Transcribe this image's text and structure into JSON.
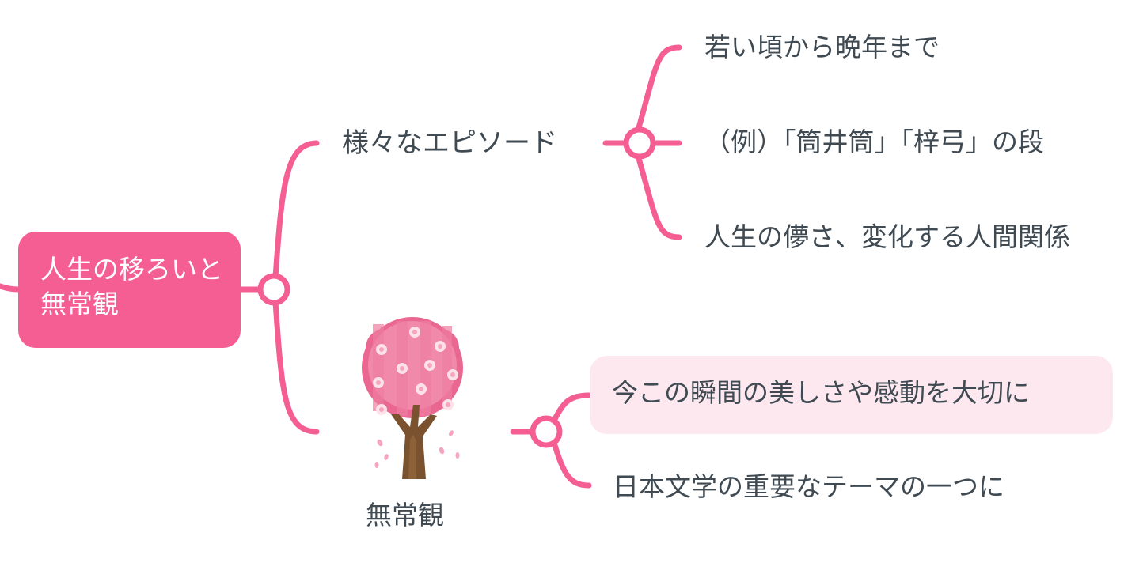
{
  "colors": {
    "accent": "#f45e92",
    "highlight_bg": "#fde8ef",
    "text": "#3f4a52",
    "blossom_pink": "#ea6f95",
    "trunk": "#7a5230"
  },
  "central": {
    "label": "人生の移ろいと無常観"
  },
  "branches": [
    {
      "label": "様々なエピソード",
      "children": [
        "若い頃から晩年まで",
        "（例）「筒井筒」「梓弓」の段",
        "人生の儚さ、変化する人間関係"
      ]
    },
    {
      "label": "無常観",
      "image": "cherry-blossom-tree",
      "children": [
        "今この瞬間の美しさや感動を大切に",
        "日本文学の重要なテーマの一つに"
      ]
    }
  ]
}
